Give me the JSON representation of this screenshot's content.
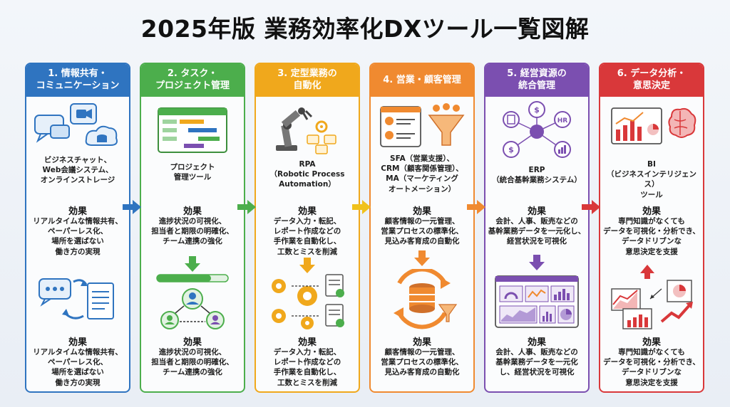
{
  "title": "2025年版 業務効率化DXツール一覧図解",
  "colors": {
    "c1": "#2f74c0",
    "c2": "#4cae4c",
    "c3": "#f0a81c",
    "c4": "#f08a30",
    "c5": "#7b4fb0",
    "c6": "#d9383a"
  },
  "columns": [
    {
      "header": "1. 情報共有・\nコミュニケーション",
      "tool": "ビジネスチャット、\nWeb会議システム、\nオンラインストレージ",
      "effect_label": "効果",
      "effect": "リアルタイムな情報共有、\nペーパーレス化、\n場所を選ばない\n働き方の実現",
      "effect_label2": "効果",
      "effect2": "リアルタイムな情報共有、\nペーパーレス化、\n場所を選ばない\n働き方の実現"
    },
    {
      "header": "2. タスク・\nプロジェクト管理",
      "tool": "プロジェクト\n管理ツール",
      "effect_label": "効果",
      "effect": "進捗状況の可視化、\n担当者と期限の明確化、\nチーム連携の強化",
      "effect_label2": "効果",
      "effect2": "進捗状況の可視化、\n担当者と期限の明確化、\nチーム連携の強化"
    },
    {
      "header": "3. 定型業務の\n自動化",
      "tool": "RPA\n（Robotic Process\nAutomation）",
      "effect_label": "効果",
      "effect": "データ入力・転記、\nレポート作成などの\n手作業を自動化し、\n工数とミスを削減",
      "effect_label2": "効果",
      "effect2": "データ入力・転記、\nレポート作成などの\n手作業を自動化し、\n工数とミスを削減"
    },
    {
      "header": "4. 営業・顧客管理",
      "tool": "SFA（営業支援）、\nCRM（顧客関係管理）、\nMA（マーケティング\nオートメーション）",
      "effect_label": "効果",
      "effect": "顧客情報の一元管理、\n営業プロセスの標準化、\n見込み客育成の自動化",
      "effect_label2": "効果",
      "effect2": "顧客情報の一元管理、\n営業プロセスの標準化、\n見込み客育成の自動化"
    },
    {
      "header": "5. 経営資源の\n統合管理",
      "tool": "ERP\n（統合基幹業務システム）",
      "effect_label": "効果",
      "effect": "会計、人事、販売などの\n基幹業務データを一元化し、\n経営状況を可視化",
      "effect_label2": "効果",
      "effect2": "会計、人事、販売などの\n基幹業務データを一元化\nし、経営状況を可視化"
    },
    {
      "header": "6. データ分析・\n意思決定",
      "tool": "BI\n（ビジネスインテリジェンス）\nツール",
      "effect_label": "効果",
      "effect": "専門知識がなくても\nデータを可視化・分析でき、\nデータドリブンな\n意思決定を支援",
      "effect_label2": "効果",
      "effect2": "専門知識がなくても\nデータを可視化・分析でき、\nデータドリブンな\n意思決定を支援"
    }
  ],
  "icons": {
    "erp_hr": "HR"
  }
}
